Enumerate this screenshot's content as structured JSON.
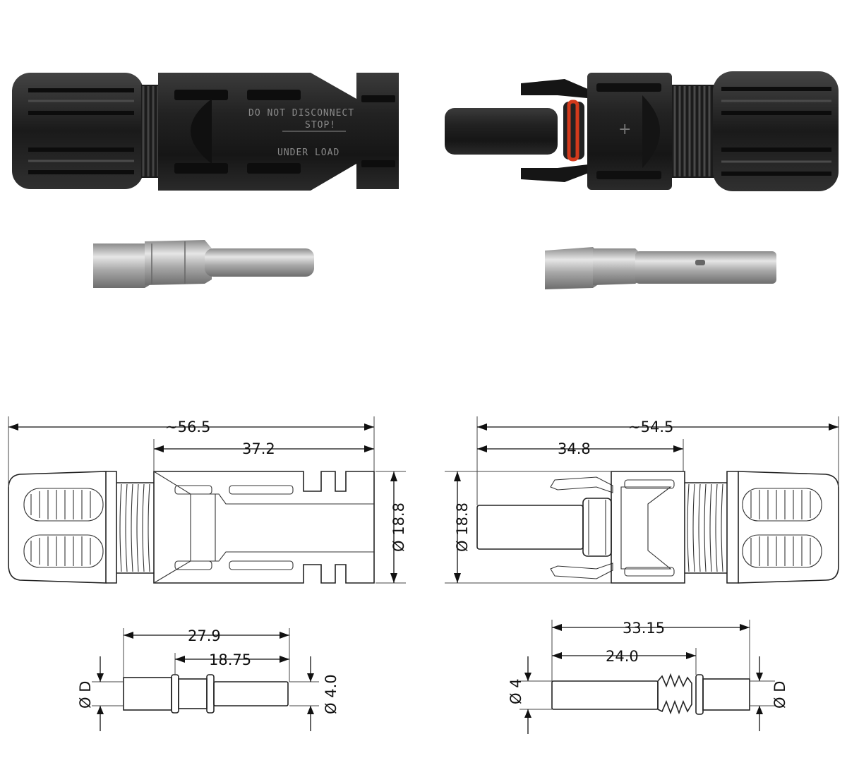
{
  "photo": {
    "female_label": {
      "line1": "DO NOT DISCONNECT",
      "line2": "STOP!",
      "line3": "UNDER LOAD"
    },
    "male_polarity": "+",
    "colors": {
      "housing": "#1d1d1d",
      "housing_highlight": "#3a3a3a",
      "seal_ring": "#d23a1c",
      "metal": "#b9b9b9"
    }
  },
  "drawing": {
    "female_overall": "~56.5",
    "female_body": "37.2",
    "female_diameter": "Ø 18.8",
    "male_overall": "~54.5",
    "male_body": "34.8",
    "male_diameter": "Ø 18.8",
    "female_pin_length": "27.9",
    "female_pin_body": "18.75",
    "female_pin_dia_left": "Ø D",
    "female_pin_dia_right": "Ø 4.0",
    "male_pin_length": "33.15",
    "male_pin_body": "24.0",
    "male_pin_dia_left": "Ø 4",
    "male_pin_dia_right": "Ø D"
  }
}
